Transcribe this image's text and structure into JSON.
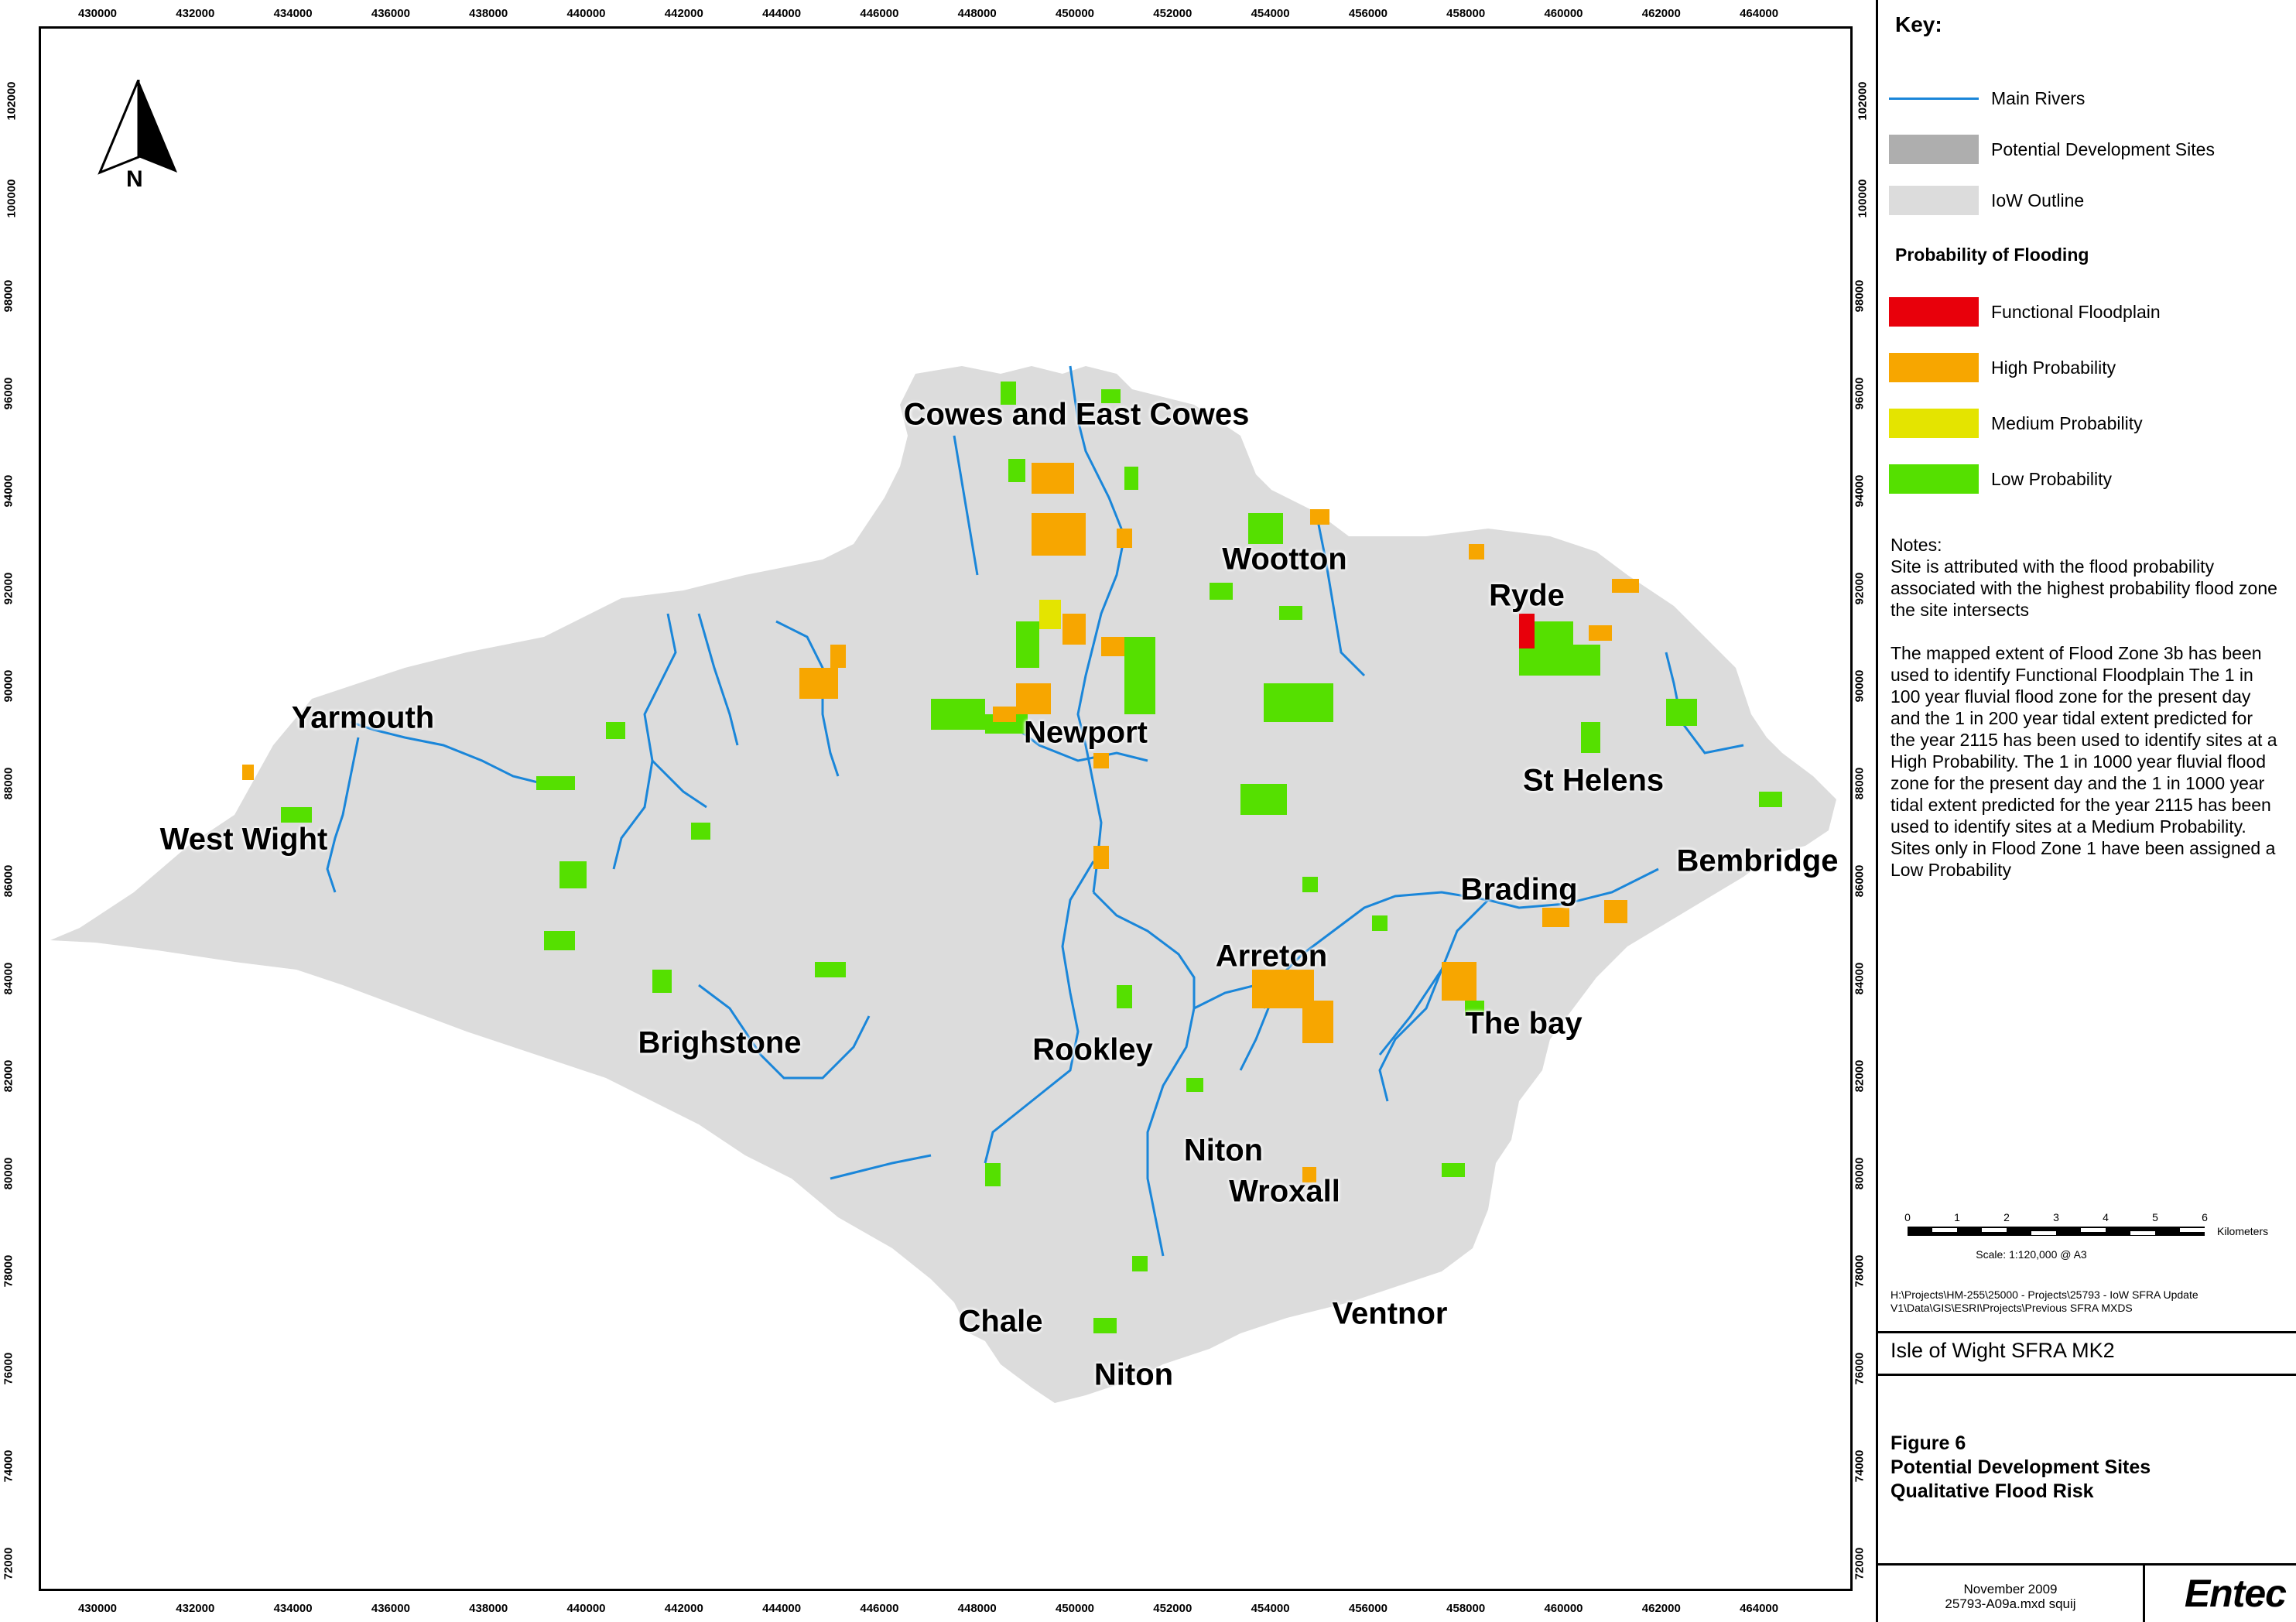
{
  "x_ticks": [
    "430000",
    "432000",
    "434000",
    "436000",
    "438000",
    "440000",
    "442000",
    "444000",
    "446000",
    "448000",
    "450000",
    "452000",
    "454000",
    "456000",
    "458000",
    "460000",
    "462000",
    "464000"
  ],
  "y_ticks": [
    "102000",
    "100000",
    "98000",
    "96000",
    "94000",
    "92000",
    "90000",
    "88000",
    "86000",
    "84000",
    "82000",
    "80000",
    "78000",
    "76000",
    "74000",
    "72000"
  ],
  "north_label": "N",
  "places": [
    {
      "name": "Cowes and East Cowes"
    },
    {
      "name": "Wootton"
    },
    {
      "name": "Ryde"
    },
    {
      "name": "Yarmouth"
    },
    {
      "name": "Newport"
    },
    {
      "name": "St Helens"
    },
    {
      "name": "West Wight"
    },
    {
      "name": "Bembridge"
    },
    {
      "name": "Brading"
    },
    {
      "name": "Arreton"
    },
    {
      "name": "The bay"
    },
    {
      "name": "Brighstone"
    },
    {
      "name": "Rookley"
    },
    {
      "name": "Niton"
    },
    {
      "name": "Wroxall"
    },
    {
      "name": "Chale"
    },
    {
      "name": "Ventnor"
    },
    {
      "name": "Niton"
    }
  ],
  "colors": {
    "island": "#dcdcdc",
    "river": "#1a86d9",
    "functional": "#e8000b",
    "high": "#f7a600",
    "medium": "#e4e400",
    "low": "#55e000",
    "dev_sites": "#aeaeae"
  },
  "key": {
    "title": "Key:",
    "items": [
      {
        "label": "Main Rivers",
        "swatch": "line",
        "color": "#1a86d9"
      },
      {
        "label": "Potential Development Sites",
        "swatch": "box",
        "color": "#aeaeae"
      },
      {
        "label": "IoW Outline",
        "swatch": "box",
        "color": "#dcdcdc"
      }
    ],
    "probability_title": "Probability of Flooding",
    "probability_items": [
      {
        "label": "Functional Floodplain",
        "color": "#e8000b"
      },
      {
        "label": "High Probability",
        "color": "#f7a600"
      },
      {
        "label": "Medium Probability",
        "color": "#e4e400"
      },
      {
        "label": "Low Probability",
        "color": "#55e000"
      }
    ]
  },
  "notes": {
    "heading": "Notes:",
    "para1": "Site is attributed with the flood probability associated with the highest probability flood zone the site intersects",
    "para2": "The mapped extent of Flood Zone 3b has been used to identify Functional Floodplain The 1 in 100 year fluvial flood zone for the present day and the 1 in 200 year tidal extent predicted for the year 2115 has been used to identify sites at a High Probability.  The 1 in 1000 year fluvial flood zone for the present day and the 1 in 1000 year tidal extent predicted for the year 2115 has been used to identify sites at a Medium Probability. Sites only in Flood Zone 1 have been assigned a Low Probability"
  },
  "scale": {
    "numbers": [
      "0",
      "1",
      "2",
      "3",
      "4",
      "5",
      "6"
    ],
    "unit": "Kilometers",
    "text": "Scale: 1:120,000 @ A3"
  },
  "file_path": "H:\\Projects\\HM-255\\25000 - Projects\\25793 - IoW SFRA Update V1\\Data\\GIS\\ESRI\\Projects\\Previous SFRA MXDS",
  "project_title": "Isle of Wight SFRA MK2",
  "figure": {
    "line1": "Figure 6",
    "line2": "Potential Development Sites",
    "line3": "Qualitative Flood Risk"
  },
  "date": "November 2009",
  "doc_ref": "25793-A09a.mxd squij",
  "logo": "Entec"
}
